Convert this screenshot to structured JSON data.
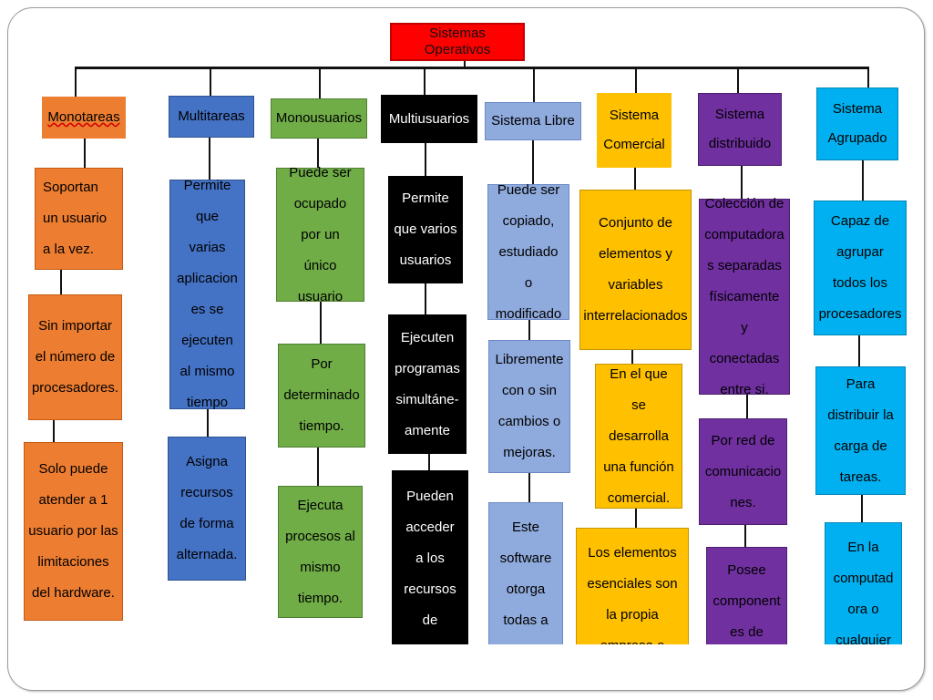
{
  "title": "Sistemas Operativos",
  "colors": {
    "orange": "#ed7d31",
    "blue": "#4472c4",
    "green": "#70ad47",
    "black": "#000000",
    "lavender": "#8faadc",
    "gold": "#ffc000",
    "purple": "#7030a0",
    "cyan": "#00b0f0",
    "red": "#ff0000"
  },
  "columns": [
    {
      "header": "Monotareas",
      "boxes": [
        "Soportan un usuario a la vez.",
        "Sin importar el número de procesadores.",
        "Solo puede atender a 1 usuario por las limitaciones del hardware."
      ]
    },
    {
      "header": "Multitareas",
      "boxes": [
        "Permite que varias aplicacion es se ejecuten al mismo tiempo",
        "Asigna recursos de forma alternada."
      ]
    },
    {
      "header": "Monousuarios",
      "boxes": [
        "Puede ser ocupado por un único usuario",
        "Por determinado tiempo.",
        "Ejecuta procesos al mismo tiempo."
      ]
    },
    {
      "header": "Multiusuarios",
      "boxes": [
        "Permite que varios usuarios",
        "Ejecuten programas simultáne- amente",
        "Pueden acceder a los recursos de"
      ]
    },
    {
      "header": "Sistema Libre",
      "boxes": [
        "Puede ser copiado, estudiado o modificado",
        "Libremente con o sin cambios o mejoras.",
        "Este software otorga todas a los"
      ]
    },
    {
      "header": "Sistema Comercial",
      "boxes": [
        "Conjunto de elementos y variables interrelacionados",
        "En el que se desarrolla una función comercial.",
        "Los elementos esenciales son la propia empresa o entidad que"
      ]
    },
    {
      "header": "Sistema distribuido",
      "boxes": [
        "Colección de computadora s separadas físicamente y conectadas entre si.",
        "Por red de comunicacio nes.",
        "Posee component es de"
      ]
    },
    {
      "header": "Sistema Agrupado",
      "boxes": [
        "Capaz de agrupar todos los procesadores",
        "Para distribuir la carga de tareas.",
        "En la computad ora o cualquier"
      ]
    }
  ]
}
